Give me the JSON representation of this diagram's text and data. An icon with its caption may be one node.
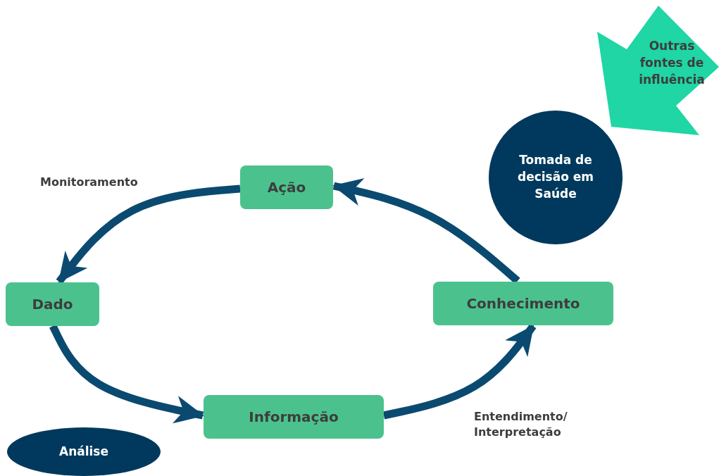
{
  "diagram": {
    "nodes": [
      {
        "text": [
          "Ação"
        ]
      },
      {
        "text": [
          "Dado"
        ]
      },
      {
        "text": [
          "Informação"
        ]
      },
      {
        "text": [
          "Conhecimento"
        ]
      },
      {
        "text": [
          "Tomada de decisão em Saúde"
        ]
      },
      {
        "text": [
          "Outras fontes de influência"
        ]
      },
      {
        "text": [
          "Análise"
        ]
      }
    ],
    "edges": [
      {
        "from": 0,
        "to": 1,
        "arrow": "to"
      },
      {
        "from": 1,
        "to": 2,
        "arrow": "to"
      },
      {
        "from": 2,
        "to": 3,
        "arrow": "to"
      },
      {
        "from": 3,
        "to": 0,
        "arrow": "to"
      }
    ],
    "labels": [
      "Monitoramento",
      "Entendimento/ Interpretação"
    ]
  }
}
